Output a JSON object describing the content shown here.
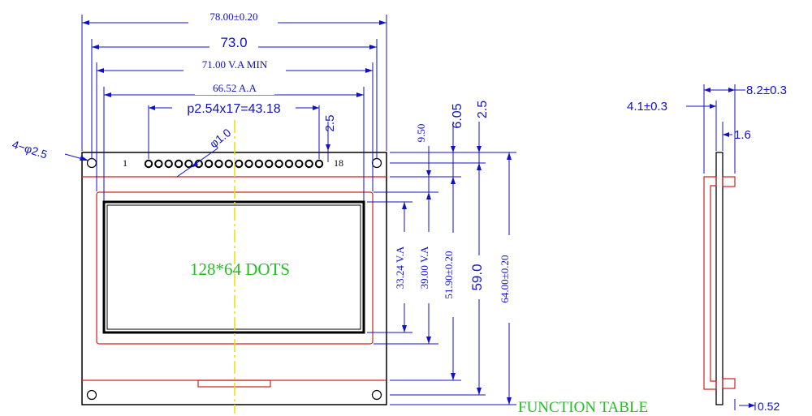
{
  "dimensions": {
    "outline_width": "78.00±0.20",
    "hole_pitch_x": "73.0",
    "va_width": "71.00 V.A MIN",
    "aa_width": "66.52 A.A",
    "pin_pitch": "p2.54x17=43.18",
    "pin_offset": "2.5",
    "mount_holes": "4−φ2.5",
    "pin_diameter": "φ1.0",
    "hole_pitch_y": "59.0",
    "outline_height": "64.00±0.20",
    "pcb_offset": "2.5",
    "top_offset_a": "6.05",
    "top_offset_b": "9.50",
    "aa_height": "33.24 V.A",
    "va_height": "39.00 V.A",
    "bezel_height": "51.90±0.20"
  },
  "display": {
    "resolution": "128*64 DOTS",
    "pin_first": "1",
    "pin_last": "18"
  },
  "side_view": {
    "total_thickness": "8.2±0.3",
    "module_thickness": "4.1±0.3",
    "pcb_thickness": "1.6",
    "pin_thickness": "0.52"
  },
  "footer": {
    "function_table": "FUNCTION TABLE"
  },
  "colors": {
    "dimension": "#1010c8",
    "outline": "#000000",
    "bezel": "#d22020",
    "centerline": "#e8e000",
    "label_green": "#22c022"
  }
}
